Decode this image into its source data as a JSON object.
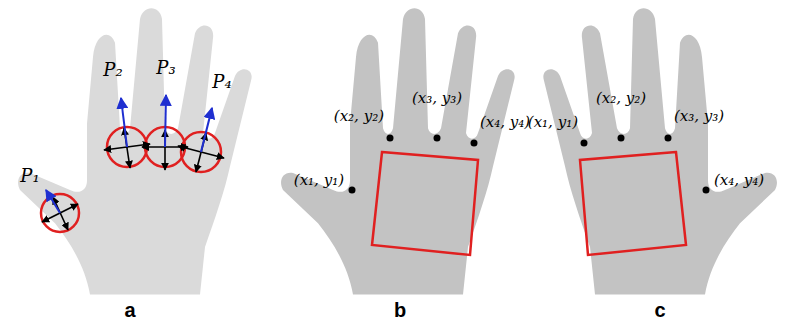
{
  "diagram": {
    "labels": [
      "P₁",
      "P₂",
      "P₃",
      "P₄",
      "(x₂, y₂)",
      "(x₃, y₃)",
      "(x₄, y₄)",
      "(x₁, y₁)",
      "(x₁, y₁)",
      "(x₂, y₂)",
      "(x₃, y₃)",
      "(x₄, y₄)",
      "a",
      "b",
      "c"
    ]
  }
}
